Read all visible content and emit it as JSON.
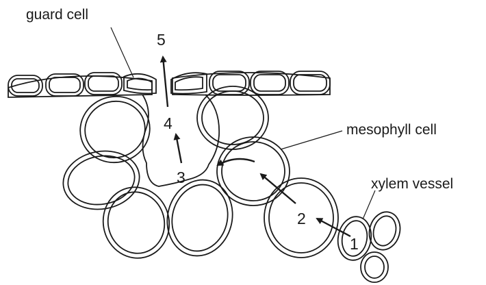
{
  "labels": {
    "guard_cell": "guard cell",
    "mesophyll_cell": "mesophyll cell",
    "xylem_vessel": "xylem vessel"
  },
  "steps": [
    "1",
    "2",
    "3",
    "4",
    "5"
  ],
  "colors": {
    "ink": "#1a1a1a",
    "background": "#ffffff"
  }
}
